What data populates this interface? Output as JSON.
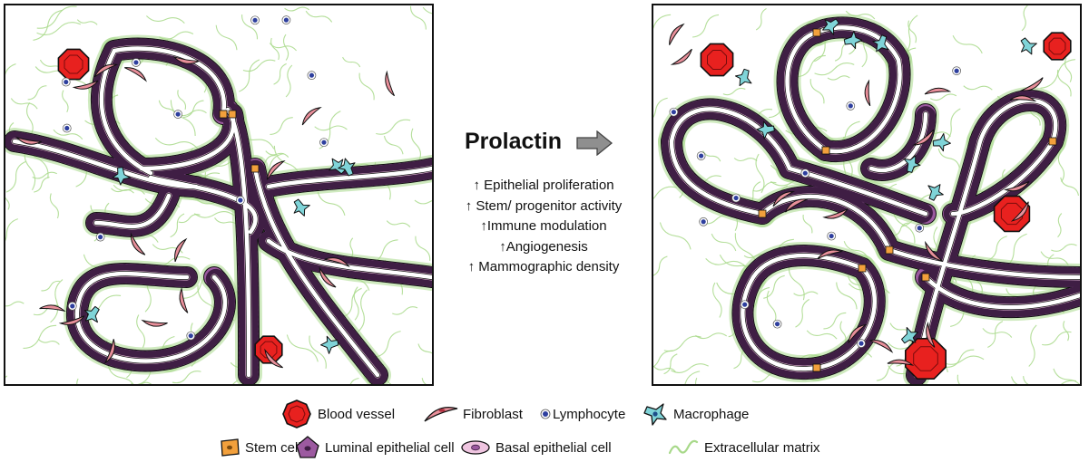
{
  "center": {
    "title": "Prolactin",
    "effects": [
      "↑ Epithelial proliferation",
      "↑ Stem/ progenitor activity",
      "↑Immune modulation",
      "↑Angiogenesis",
      "↑ Mammographic density"
    ]
  },
  "legend": {
    "row1": [
      {
        "icon": "blood-vessel-icon",
        "label": "Blood vessel"
      },
      {
        "icon": "fibroblast-icon",
        "label": "Fibroblast"
      },
      {
        "icon": "lymphocyte-icon",
        "label": "Lymphocyte"
      },
      {
        "icon": "macrophage-icon",
        "label": "Macrophage"
      }
    ],
    "row2": [
      {
        "icon": "stem-cell-icon",
        "label": "Stem cell"
      },
      {
        "icon": "luminal-epithelial-cell-icon",
        "label": "Luminal epithelial cell"
      },
      {
        "icon": "basal-epithelial-cell-icon",
        "label": "Basal epithelial cell"
      },
      {
        "icon": "extracellular-matrix-icon",
        "label": "Extracellular matrix"
      }
    ]
  },
  "colors": {
    "blood_vessel": "#e8211f",
    "fibroblast": "#e88f9a",
    "lymphocyte": "#2e3f9e",
    "macrophage": "#7fd4d8",
    "stem_cell": "#f2a03c",
    "luminal_cell": "#9c5aa0",
    "basal_cell": "#efc5e0",
    "extracellular_matrix": "#a8d98a",
    "arrow": "#8f8f8f"
  }
}
